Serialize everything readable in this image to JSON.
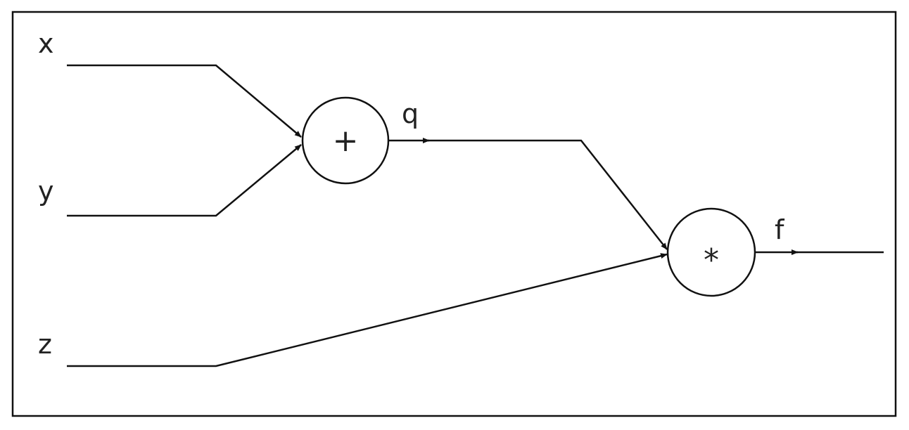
{
  "inputs": {
    "x": "x",
    "y": "y",
    "z": "z"
  },
  "nodes": {
    "add": "+",
    "mul": "*"
  },
  "edges": {
    "q": "q",
    "f": "f"
  }
}
